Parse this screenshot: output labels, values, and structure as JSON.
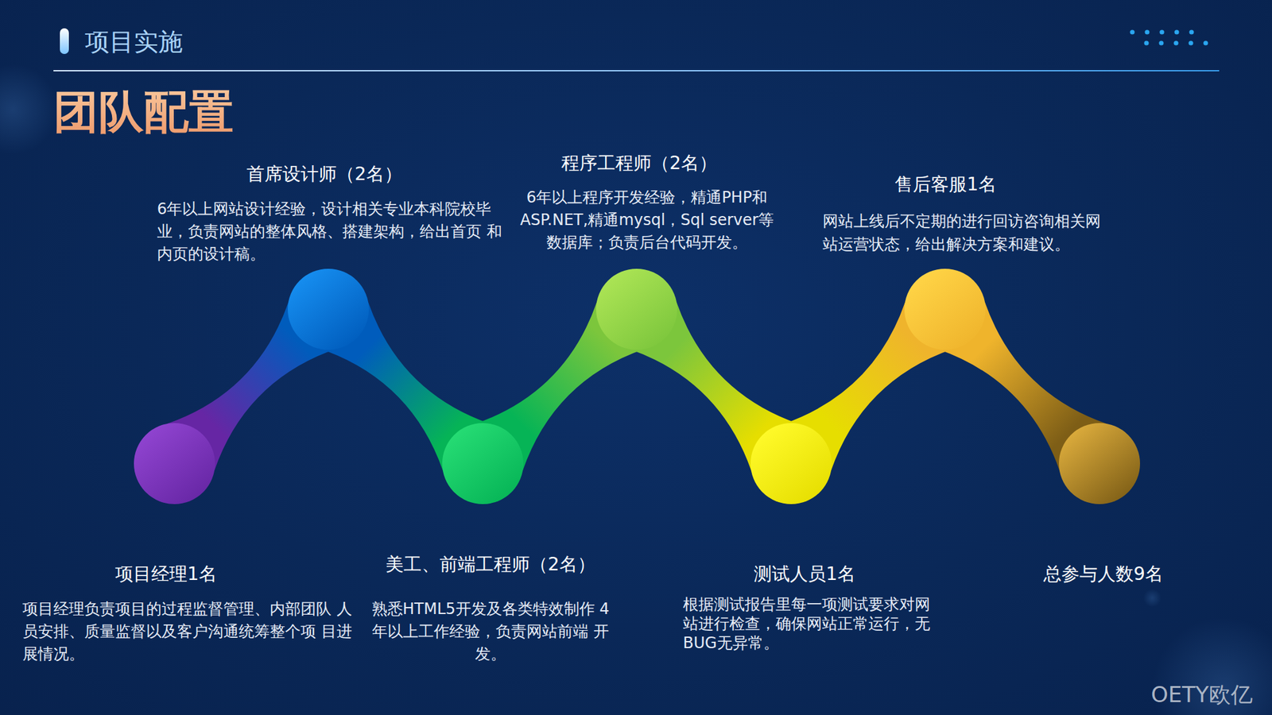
{
  "diagram": {
    "title": "团队配置",
    "nodes": [
      {
        "text": [
          "项目经理1名",
          "项目经理负责项目的过程监督管理、内部团队 人员安排、质量监督以及客户沟通统筹整个项 目进展情况。"
        ]
      },
      {
        "text": [
          "首席设计师（2名）",
          "6年以上网站设计经验，设计相关专业本科院校毕 业，负责网站的整体风格、搭建架构，给出首页 和内页的设计稿。"
        ]
      },
      {
        "text": [
          "美工、前端工程师（2名）",
          "熟悉HTML5开发及各类特效制作 4年以上工作经验，负责网站前端 开发。"
        ]
      },
      {
        "text": [
          "程序工程师（2名）",
          "6年以上程序开发经验，精通PHP和 ASP.NET,精通mysql，Sql server等 数据库；负责后台代码开发。"
        ]
      },
      {
        "text": [
          "测试人员1名",
          "根据测试报告里每一项测试要求对网 站进行检查，确保网站正常运行，无 BUG无异常。"
        ]
      },
      {
        "text": [
          "售后客服1名",
          "网站上线后不定期的进行回访咨询相关网 站运营状态，给出解决方案和建议。"
        ]
      },
      {
        "text": [
          "总参与人数9名"
        ]
      }
    ],
    "edges": [
      {
        "from": 0,
        "to": 1,
        "arrow": "none"
      },
      {
        "from": 1,
        "to": 2,
        "arrow": "none"
      },
      {
        "from": 2,
        "to": 3,
        "arrow": "none"
      },
      {
        "from": 3,
        "to": 4,
        "arrow": "none"
      },
      {
        "from": 4,
        "to": 5,
        "arrow": "none"
      },
      {
        "from": 5,
        "to": 6,
        "arrow": "none"
      }
    ],
    "labels": [
      "项目实施",
      "OETY欧亿"
    ]
  }
}
